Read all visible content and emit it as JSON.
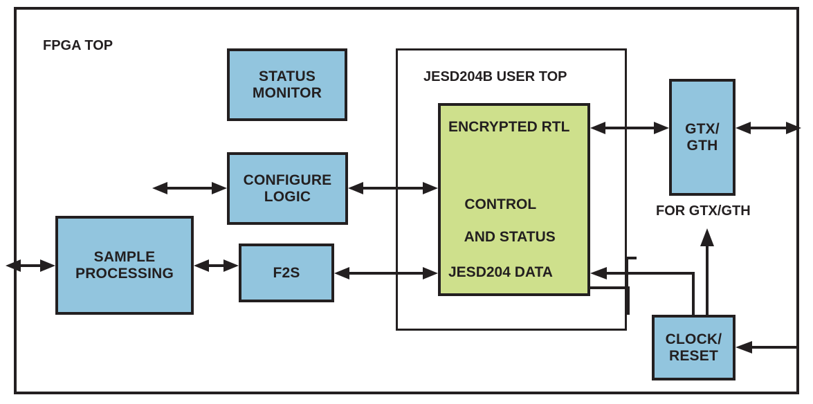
{
  "diagram": {
    "title": "FPGA TOP",
    "colors": {
      "block_blue": "#92c5de",
      "block_green": "#cee08c",
      "stroke": "#231f20",
      "background": "#ffffff"
    },
    "outer_label": "FPGA TOP",
    "subsystem_label": "JESD204B USER TOP",
    "blocks": {
      "status_monitor": {
        "line1": "STATUS",
        "line2": "MONITOR",
        "fill": "#92c5de"
      },
      "configure_logic": {
        "line1": "CONFIGURE",
        "line2": "LOGIC",
        "fill": "#92c5de"
      },
      "sample_processing": {
        "line1": "SAMPLE",
        "line2": "PROCESSING",
        "fill": "#92c5de"
      },
      "f2s": {
        "line1": "F2S",
        "fill": "#92c5de"
      },
      "gtx_gth": {
        "line1": "GTX/",
        "line2": "GTH",
        "fill": "#92c5de"
      },
      "clock_reset": {
        "line1": "CLOCK/",
        "line2": "RESET",
        "fill": "#92c5de"
      },
      "encrypted_rtl": {
        "fill": "#cee08c"
      }
    },
    "green_block_labels": {
      "encrypted_rtl": "ENCRYPTED RTL",
      "control_and_status_line1": "CONTROL",
      "control_and_status_line2": "AND STATUS",
      "jesd204_data": "JESD204 DATA"
    },
    "annotations": {
      "for_gtx_gth": "FOR GTX/GTH"
    },
    "connections": [
      {
        "from": "external-left",
        "to": "sample-processing",
        "type": "bidirectional"
      },
      {
        "from": "sample-processing",
        "to": "f2s",
        "type": "bidirectional"
      },
      {
        "from": "external-left",
        "to": "configure-logic",
        "type": "bidirectional"
      },
      {
        "from": "configure-logic",
        "to": "control-and-status",
        "type": "bidirectional"
      },
      {
        "from": "f2s",
        "to": "jesd204-data",
        "type": "bidirectional"
      },
      {
        "from": "encrypted-rtl",
        "to": "gtx-gth",
        "type": "bidirectional"
      },
      {
        "from": "gtx-gth",
        "to": "external-right",
        "type": "bidirectional"
      },
      {
        "from": "clock-reset",
        "to": "gtx-gth",
        "type": "directional-up"
      },
      {
        "from": "clock-reset",
        "to": "jesd204-data",
        "type": "directional-left"
      },
      {
        "from": "clock-reset",
        "to": "configure-logic",
        "type": "directional-left"
      },
      {
        "from": "external-right",
        "to": "clock-reset",
        "type": "directional-left"
      }
    ]
  }
}
